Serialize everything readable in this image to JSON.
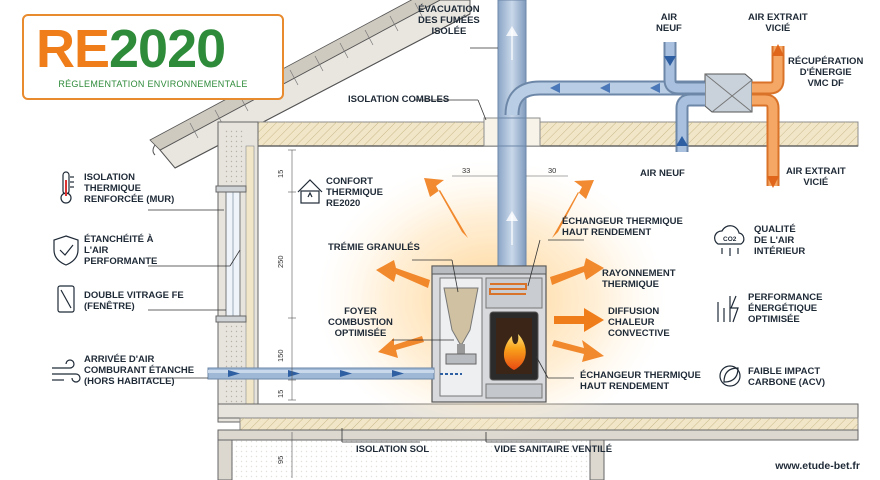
{
  "logo": {
    "re": "RE",
    "year": "2020",
    "subtitle": "RÉGLEMENTATION ENVIRONNEMENTALE"
  },
  "labels": {
    "evacuation": "ÉVACUATION\nDES FUMÉES\nISOLÉE",
    "isolation_combles": "ISOLATION COMBLES",
    "air_neuf_top": "AIR\nNEUF",
    "air_extrait_vicie_top": "AIR EXTRAIT\nVICIÉ",
    "recuperation": "RÉCUPÉRATION\nD'ÉNERGIE\nVMC DF",
    "air_neuf_bottom": "AIR NEUF",
    "air_extrait_vicie_bottom": "AIR EXTRAIT\nVICIÉ",
    "isolation_mur": "ISOLATION\nTHERMIQUE\nRENFORCÉE (MUR)",
    "confort": "CONFORT\nTHERMIQUE\nRE2020",
    "echangeur_top": "ÉCHANGEUR THERMIQUE\nHAUT RENDEMENT",
    "qualite_air": "QUALITÉ\nDE L'AIR\nINTÉRIEUR",
    "etancheite": "ÉTANCHÉITÉ À\nL'AIR\nPERFORMANTE",
    "tremie": "TRÉMIE GRANULÉS",
    "rayonnement": "RAYONNEMENT\nTHERMIQUE",
    "double_vitrage": "DOUBLE VITRAGE FE\n(FENÊTRE)",
    "foyer": "FOYER\nCOMBUSTION\nOPTIMISÉE",
    "diffusion": "DIFFUSION\nCHALEUR\nCONVECTIVE",
    "performance": "PERFORMANCE\nÉNERGÉTIQUE\nOPTIMISÉE",
    "arrivee_air": "ARRIVÉE D'AIR\nCOMBURANT ÉTANCHE\n(HORS HABITACLE)",
    "echangeur_bottom": "ÉCHANGEUR THERMIQUE\nHAUT RENDEMENT",
    "faible_impact": "FAIBLE IMPACT\nCARBONE (ACV)",
    "isolation_sol": "ISOLATION SOL",
    "vide_sanitaire": "VIDE SANITAIRE VENTILÉ",
    "co2": "CO2"
  },
  "dims": {
    "d33": "33",
    "d30": "30",
    "d15a": "15",
    "d250": "250",
    "d150": "150",
    "d15b": "15",
    "d95": "95"
  },
  "footer": {
    "url": "www.etude-bet.fr"
  },
  "colors": {
    "orange": "#ef7d1a",
    "green": "#2e8b3a",
    "blue": "#4a78b8",
    "pipe": "#9db7d6",
    "insulation": "#f1e6c8"
  }
}
